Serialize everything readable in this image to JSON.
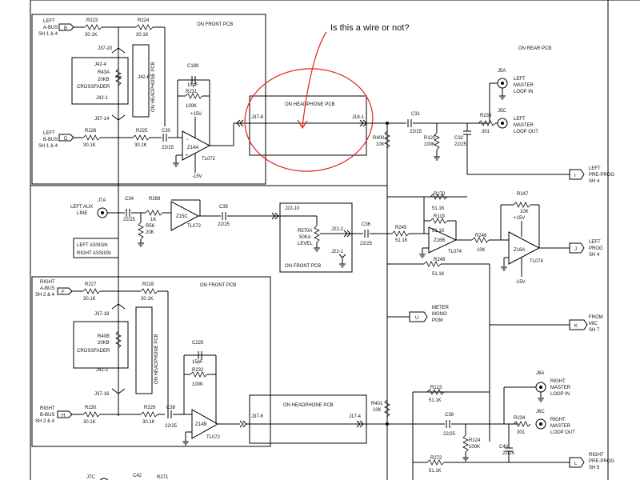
{
  "annotation": {
    "text": "Is this a wire or not?",
    "color": "#e2231a"
  },
  "sections": {
    "on_front_top": "ON FRONT PCB",
    "on_rear": "ON REAR PCB",
    "on_front_mid": "ON FRONT PCB",
    "on_front_bot": "ON FRONT PCB",
    "hp_top": "ON HEADPHONE PCB",
    "hp_bot": "ON HEADPHONE PCB",
    "hp_vert_top": "ON HEADPHONE PCB",
    "hp_vert_bot": "ON HEADPHONE PCB"
  },
  "inputs": {
    "left_abus": {
      "label": [
        "LEFT",
        "A-BUS",
        "SH 1 & 4"
      ],
      "tag": "B"
    },
    "left_bbus": {
      "label": [
        "LEFT",
        "B-BUS",
        "SH 1 & 4"
      ],
      "tag": "D"
    },
    "right_abus": {
      "label": [
        "RIGHT",
        "A-BUS",
        "SH 2 & 4"
      ],
      "tag": "F"
    },
    "right_bbus": {
      "label": [
        "RIGHT",
        "B-BUS",
        "SH 2 & 4"
      ],
      "tag": "H"
    },
    "aux": {
      "ref": "J7A",
      "label": [
        "LEFT AUX",
        "LINE"
      ]
    },
    "assign": [
      "LEFT ASSIGN",
      "RIGHT ASSIGN"
    ],
    "j7c": "J7C"
  },
  "outputs": {
    "left_preprog": {
      "label": [
        "LEFT",
        "PRE-PROG",
        "SH 4"
      ],
      "tag": "I"
    },
    "left_prog": {
      "label": [
        "LEFT",
        "PROG",
        "SH 4"
      ],
      "tag": "J"
    },
    "meter": {
      "label": [
        "METER",
        "MONO",
        "PGM"
      ],
      "tag": "U"
    },
    "from_mic": {
      "label": [
        "FROM",
        "MIC",
        "SH 7"
      ],
      "tag": "K"
    },
    "right_preprog": {
      "label": [
        "RIGHT",
        "PRE-PROG",
        "SH 5"
      ],
      "tag": "L"
    },
    "left_loop_in": {
      "ref": "J5A",
      "label": [
        "LEFT",
        "MASTER",
        "LOOP IN"
      ]
    },
    "left_loop_out": {
      "ref": "J5C",
      "label": [
        "LEFT",
        "MASTER",
        "LOOP OUT"
      ]
    },
    "right_loop_in": {
      "ref": "J6A",
      "label": [
        "RIGHT",
        "MASTER",
        "LOOP IN"
      ]
    },
    "right_loop_out": {
      "ref": "J6C",
      "label": [
        "RIGHT",
        "MASTER",
        "LOOP OUT"
      ]
    }
  },
  "parts": {
    "r223": [
      "R223",
      "30.1K"
    ],
    "r224": [
      "R224",
      "30.1K"
    ],
    "r226": [
      "R226",
      "30.1K"
    ],
    "r225": [
      "R225",
      "30.1K"
    ],
    "c30": [
      "C30",
      "22/25"
    ],
    "c189": [
      "C189",
      "15pF"
    ],
    "r231": [
      "R231",
      "100K"
    ],
    "z14a": [
      "Z14A",
      "TL072"
    ],
    "v_pos1": "+15V",
    "v_neg1": "-15V",
    "j37_20": "J37-20",
    "j42_4": "J42-4",
    "r43a": [
      "R43A",
      "20KB"
    ],
    "crossfader1": "CROSSFADER",
    "j42_6": "J42-6",
    "j42_1": "J42-1",
    "j37_14": "J37-14",
    "j37_8": "J37-8",
    "j18_1": "J18-1",
    "c31": [
      "C31",
      "22/25"
    ],
    "r120": [
      "R120",
      "100K"
    ],
    "c32": [
      "C32",
      "22/25"
    ],
    "r233": [
      "R233",
      "301"
    ],
    "r400": [
      "R400",
      "10K"
    ],
    "c34": [
      "C34",
      "22/25"
    ],
    "r269": [
      "R269",
      "1K"
    ],
    "r56": [
      "R56",
      "20K"
    ],
    "z15c": [
      "Z15C",
      "TL072"
    ],
    "c35": [
      "C35",
      "22/25"
    ],
    "j22_10": "J22-10",
    "r570a": [
      "R570A",
      "50KA",
      "LEVEL"
    ],
    "j22_2": "J22-2",
    "j22_1": "J22-1",
    "c36": [
      "C36",
      "22/25"
    ],
    "r270": [
      "R270",
      "51.1K"
    ],
    "r119": [
      "R119",
      "51.1K"
    ],
    "r245": [
      "R245",
      "51.1K"
    ],
    "z16b": [
      "Z16B",
      "TL074"
    ],
    "r248": [
      "R248",
      "51.1K"
    ],
    "r246": [
      "R246",
      "10K"
    ],
    "r247": [
      "R247",
      "10K"
    ],
    "v_pos2": "+15V",
    "z16a": [
      "Z16A",
      "TL074"
    ],
    "v_neg2": "-15V",
    "r227": [
      "R227",
      "30.1K"
    ],
    "r228": [
      "R228",
      "30.1K"
    ],
    "j37_18": "J37-18",
    "r40b": [
      "R40B",
      "20KB"
    ],
    "crossfader2": "CROSSFADER",
    "j42_2": "J42-2",
    "j37_16": "J37-16",
    "c225": [
      "C225",
      "15pF"
    ],
    "r232": [
      "R232",
      "100K"
    ],
    "r230": [
      "R230",
      "30.1K"
    ],
    "r229": [
      "R229",
      "30.1K"
    ],
    "c38": [
      "C38",
      "22/25"
    ],
    "z14b": [
      "Z14B",
      "TL072"
    ],
    "j37_6": "J37-6",
    "j17_4": "J17-4",
    "r401": [
      "R401",
      "10K"
    ],
    "r123": [
      "R123",
      "51.1K"
    ],
    "c39": [
      "C39",
      "22/25"
    ],
    "r124": [
      "R124",
      "100K"
    ],
    "r234": [
      "R234",
      "301"
    ],
    "c40": [
      "C40",
      "22/25"
    ],
    "r272": [
      "R272",
      "51.1K"
    ],
    "c42": "C42",
    "r271": "R271"
  }
}
